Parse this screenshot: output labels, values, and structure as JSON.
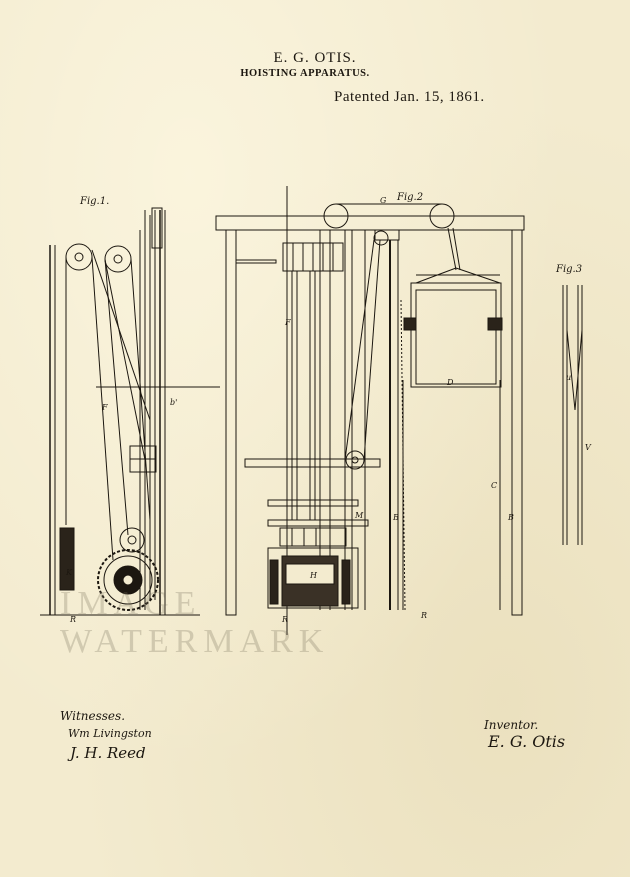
{
  "header": {
    "inventor_name": "E. G. OTIS.",
    "title": "HOISTING APPARATUS.",
    "patented": "Patented Jan. 15, 1861."
  },
  "figures": {
    "fig1": "Fig.1.",
    "fig2": "Fig.2",
    "fig3": "Fig.3"
  },
  "watermark": "IMAGE WATERMARK",
  "witnesses": {
    "label": "Witnesses.",
    "signatures": [
      "Wm Livingston",
      "J. H. Reed"
    ]
  },
  "inventor": {
    "label": "Inventor.",
    "signature": "E. G. Otis"
  },
  "colors": {
    "paper": "#f3ebcf",
    "ink": "#1c1710"
  }
}
